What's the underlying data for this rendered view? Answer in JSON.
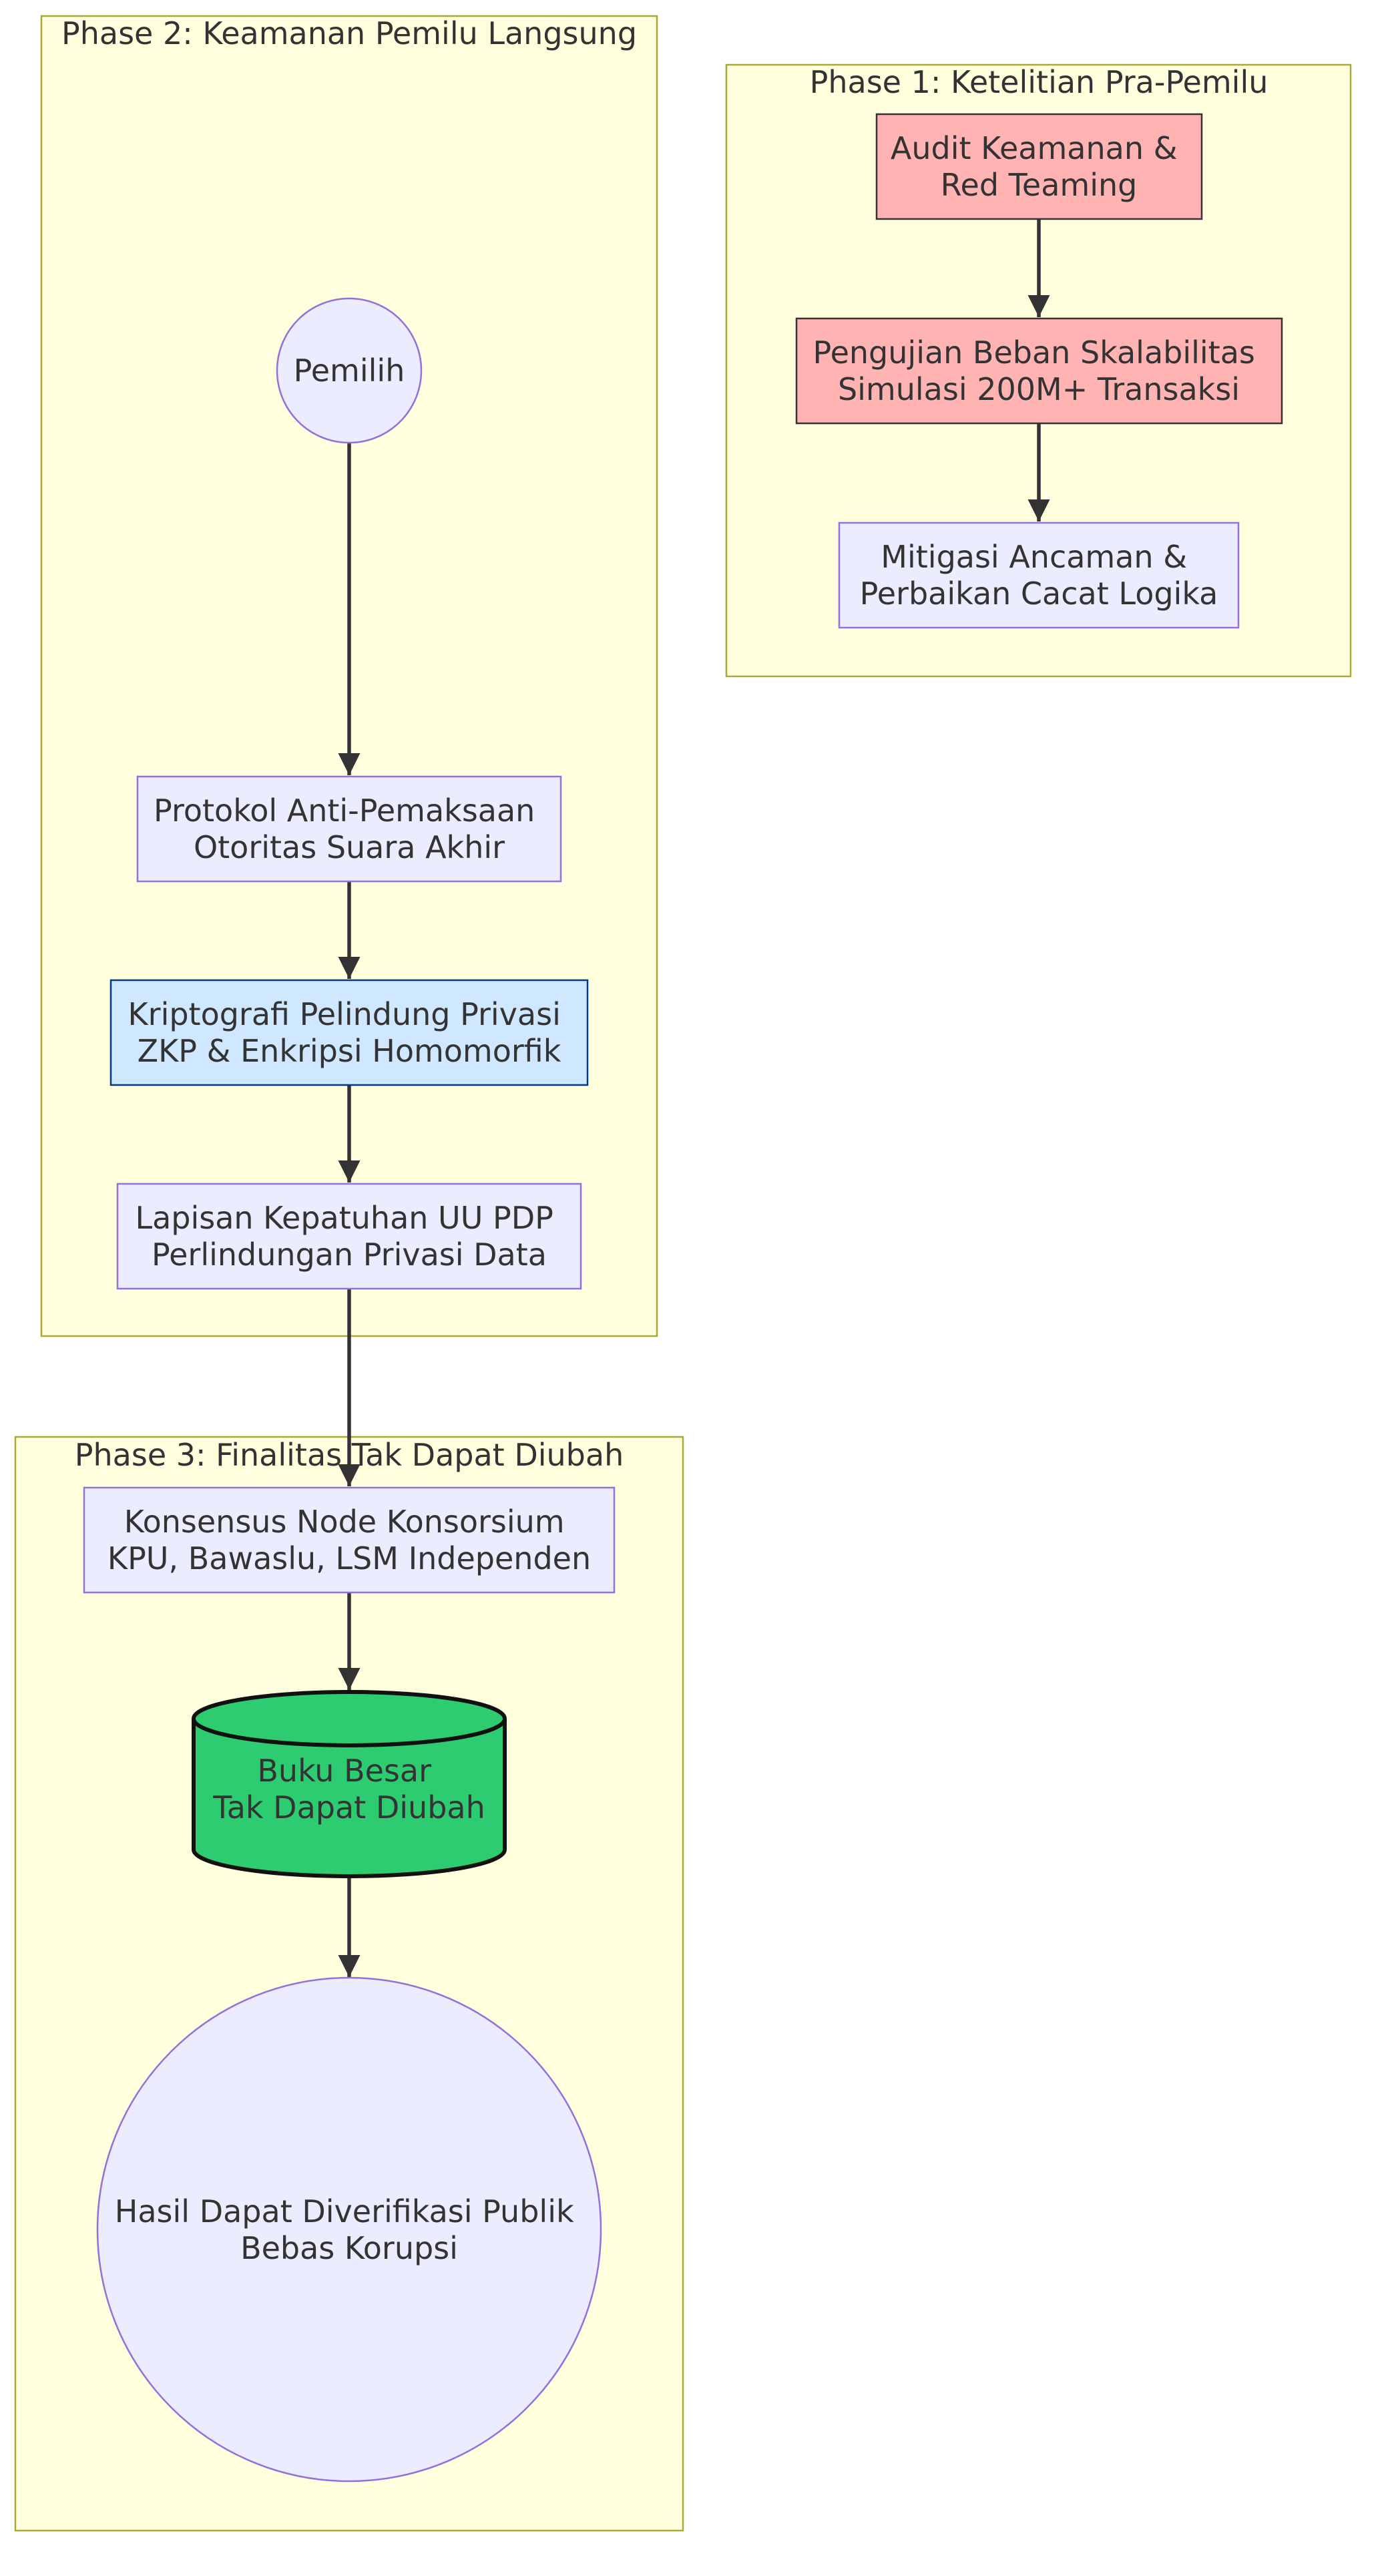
{
  "diagram": {
    "type": "flowchart",
    "colors": {
      "cluster_fill": "#ffffde",
      "cluster_stroke": "#aaaa33",
      "default_node_fill": "#ececff",
      "default_node_stroke": "#9370db",
      "critical_fill": "#ffb3b3",
      "critical_stroke": "#333333",
      "crypto_fill": "#d0e8ff",
      "crypto_stroke": "#003a8c",
      "ledger_fill": "#2ecc71",
      "ledger_stroke": "#111111",
      "edge": "#333333",
      "text": "#333333"
    },
    "clusters": {
      "phase1": "Phase 1: Ketelitian Pra-Pemilu",
      "phase2": "Phase 2: Keamanan Pemilu Langsung",
      "phase3": "Phase 3: Finalitas Tak Dapat Diubah"
    },
    "nodes": {
      "audit": {
        "line1": "Audit Keamanan &",
        "line2": "Red Teaming"
      },
      "loadtest": {
        "line1": "Pengujian Beban Skalabilitas",
        "line2": "Simulasi 200M+ Transaksi"
      },
      "mitigation": {
        "line1": "Mitigasi Ancaman &",
        "line2": "Perbaikan Cacat Logika"
      },
      "voter": {
        "line1": "Pemilih"
      },
      "anticoercion": {
        "line1": "Protokol Anti-Pemaksaan",
        "line2": "Otoritas Suara Akhir"
      },
      "crypto": {
        "line1": "Kriptografi Pelindung Privasi",
        "line2": "ZKP & Enkripsi Homomorfik"
      },
      "compliance": {
        "line1": "Lapisan Kepatuhan UU PDP",
        "line2": "Perlindungan Privasi Data"
      },
      "consensus": {
        "line1": "Konsensus Node Konsorsium",
        "line2": "KPU, Bawaslu, LSM Independen"
      },
      "ledger": {
        "line1": "Buku Besar",
        "line2": "Tak Dapat Diubah"
      },
      "result": {
        "line1": "Hasil Dapat Diverifikasi Publik",
        "line2": "Bebas Korupsi"
      }
    },
    "edges": [
      {
        "from": "audit",
        "to": "loadtest"
      },
      {
        "from": "loadtest",
        "to": "mitigation"
      },
      {
        "from": "voter",
        "to": "anticoercion"
      },
      {
        "from": "anticoercion",
        "to": "crypto"
      },
      {
        "from": "crypto",
        "to": "compliance"
      },
      {
        "from": "compliance",
        "to": "consensus"
      },
      {
        "from": "consensus",
        "to": "ledger"
      },
      {
        "from": "ledger",
        "to": "result"
      }
    ]
  }
}
